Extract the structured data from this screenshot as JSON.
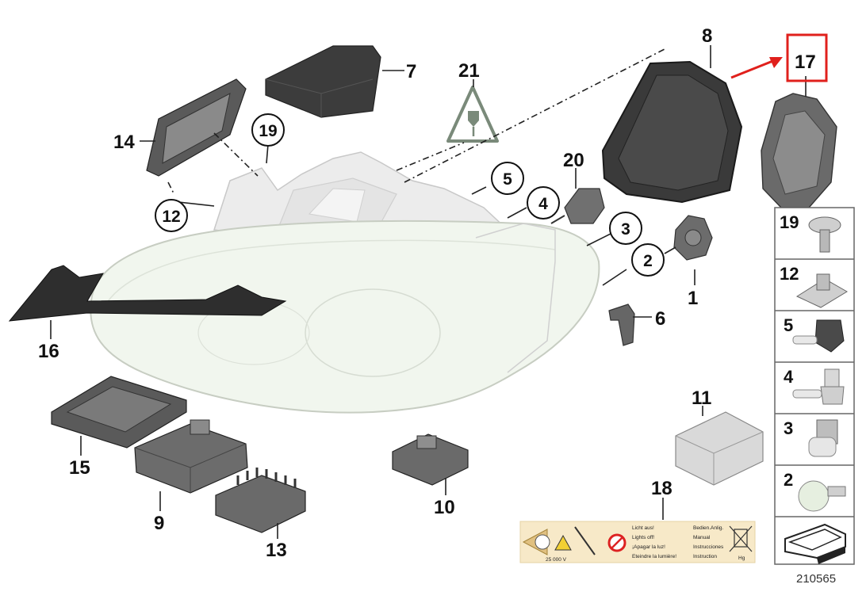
{
  "diagram_id": "210565",
  "highlight_color": "#e0201c",
  "highlighted_part": "17",
  "callouts": {
    "p1": "1",
    "p2": "2",
    "p3": "3",
    "p4": "4",
    "p5": "5",
    "p6": "6",
    "p7": "7",
    "p8": "8",
    "p9": "9",
    "p10": "10",
    "p11": "11",
    "p12": "12",
    "p13": "13",
    "p14": "14",
    "p15": "15",
    "p16": "16",
    "p17": "17",
    "p18": "18",
    "p19": "19",
    "p20": "20",
    "p21": "21"
  },
  "sidebar": [
    "19",
    "12",
    "5",
    "4",
    "3",
    "2"
  ],
  "warning_label": {
    "voltage": "25 000 V",
    "col1": [
      "Licht aus!",
      "Lights off!",
      "¡Apagar la luz!",
      "Eteindre la lumière!"
    ],
    "col2": [
      "Bedien.Anlig.",
      "Manual",
      "Instrucciones",
      "Instruction"
    ],
    "hg": "Hg"
  }
}
